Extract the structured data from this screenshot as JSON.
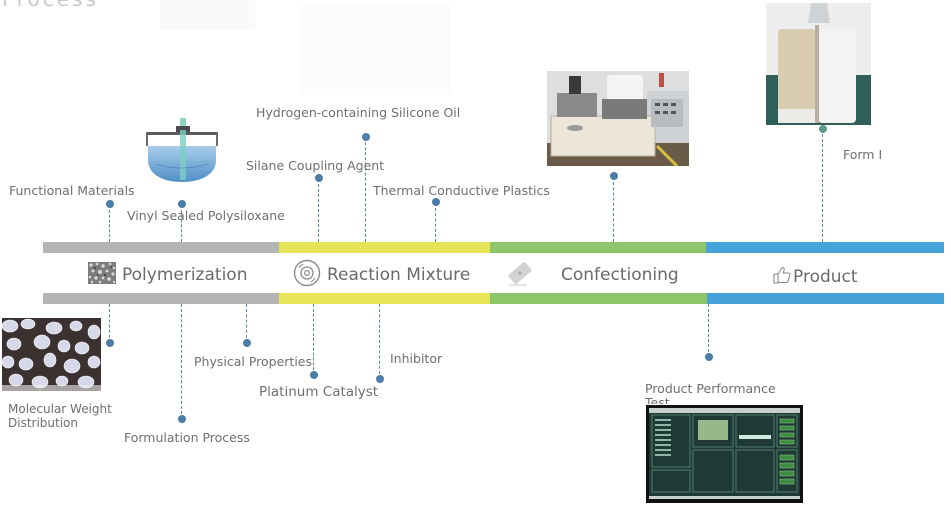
{
  "title_partial": "Process",
  "timeline": {
    "stages": [
      {
        "label": "Polymerization",
        "icon": "texture-icon",
        "color": "#b4b4b4"
      },
      {
        "label": "Reaction Mixture",
        "icon": "disc-icon",
        "color": "#e6e55a"
      },
      {
        "label": "Confectioning",
        "icon": "ticket-icon",
        "color": "#8ec46a"
      },
      {
        "label": "Product",
        "icon": "thumbs-up-icon",
        "color": "#46a3da"
      }
    ]
  },
  "top_labels": {
    "functional_materials": "Functional Materials",
    "vinyl_sealed": "Vinyl Sealed Polysiloxane",
    "silane": "Silane Coupling Agent",
    "hydrogen_oil": "Hydrogen-containing Silicone Oil",
    "thermal_plastics": "Thermal Conductive Plastics",
    "form": "Form I"
  },
  "bottom_labels": {
    "molecular_weight": "Molecular Weight Distribution",
    "formulation": "Formulation  Process",
    "physical": "Physical Properties",
    "platinum": "Platinum Catalyst",
    "inhibitor": "Inhibitor",
    "performance_test": "Product  Performance Test"
  },
  "images": {
    "reactor": "reactor-vessel-image",
    "mixer_machine": "mixing-machine-photo",
    "cartridge": "dual-cartridge-photo",
    "particles": "particle-micrograph-photo",
    "test_software": "test-software-screenshot"
  },
  "colors": {
    "dot": "#4a7ea8",
    "dashed_line": "#5b86a6",
    "text": "#6f6f6f"
  }
}
